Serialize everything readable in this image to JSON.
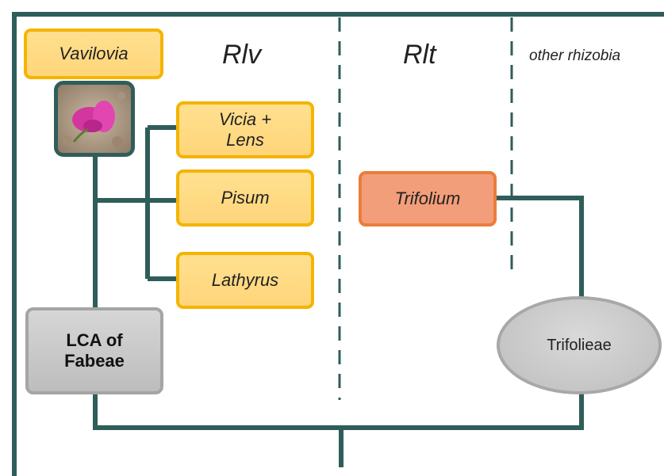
{
  "columns": {
    "rlv": "Rlv",
    "rlt": "Rlt",
    "other": "other rhizobia"
  },
  "nodes": {
    "vavilovia": "Vavilovia",
    "vicia_line1": "Vicia +",
    "vicia_line2": "Lens",
    "pisum": "Pisum",
    "lathyrus": "Lathyrus",
    "trifolium": "Trifolium",
    "lca_line1": "LCA of",
    "lca_line2": "Fabeae",
    "trifolieae": "Trifolieae"
  },
  "colors": {
    "tree_line": "#2f5d5a",
    "rhizobia_box_fill": "#ffd57a",
    "rhizobia_box_border": "#f4b400",
    "trifolium_fill": "#f29e7a",
    "trifolium_border": "#ea7d3c",
    "ancestor_fill": "#c9c9c9"
  }
}
